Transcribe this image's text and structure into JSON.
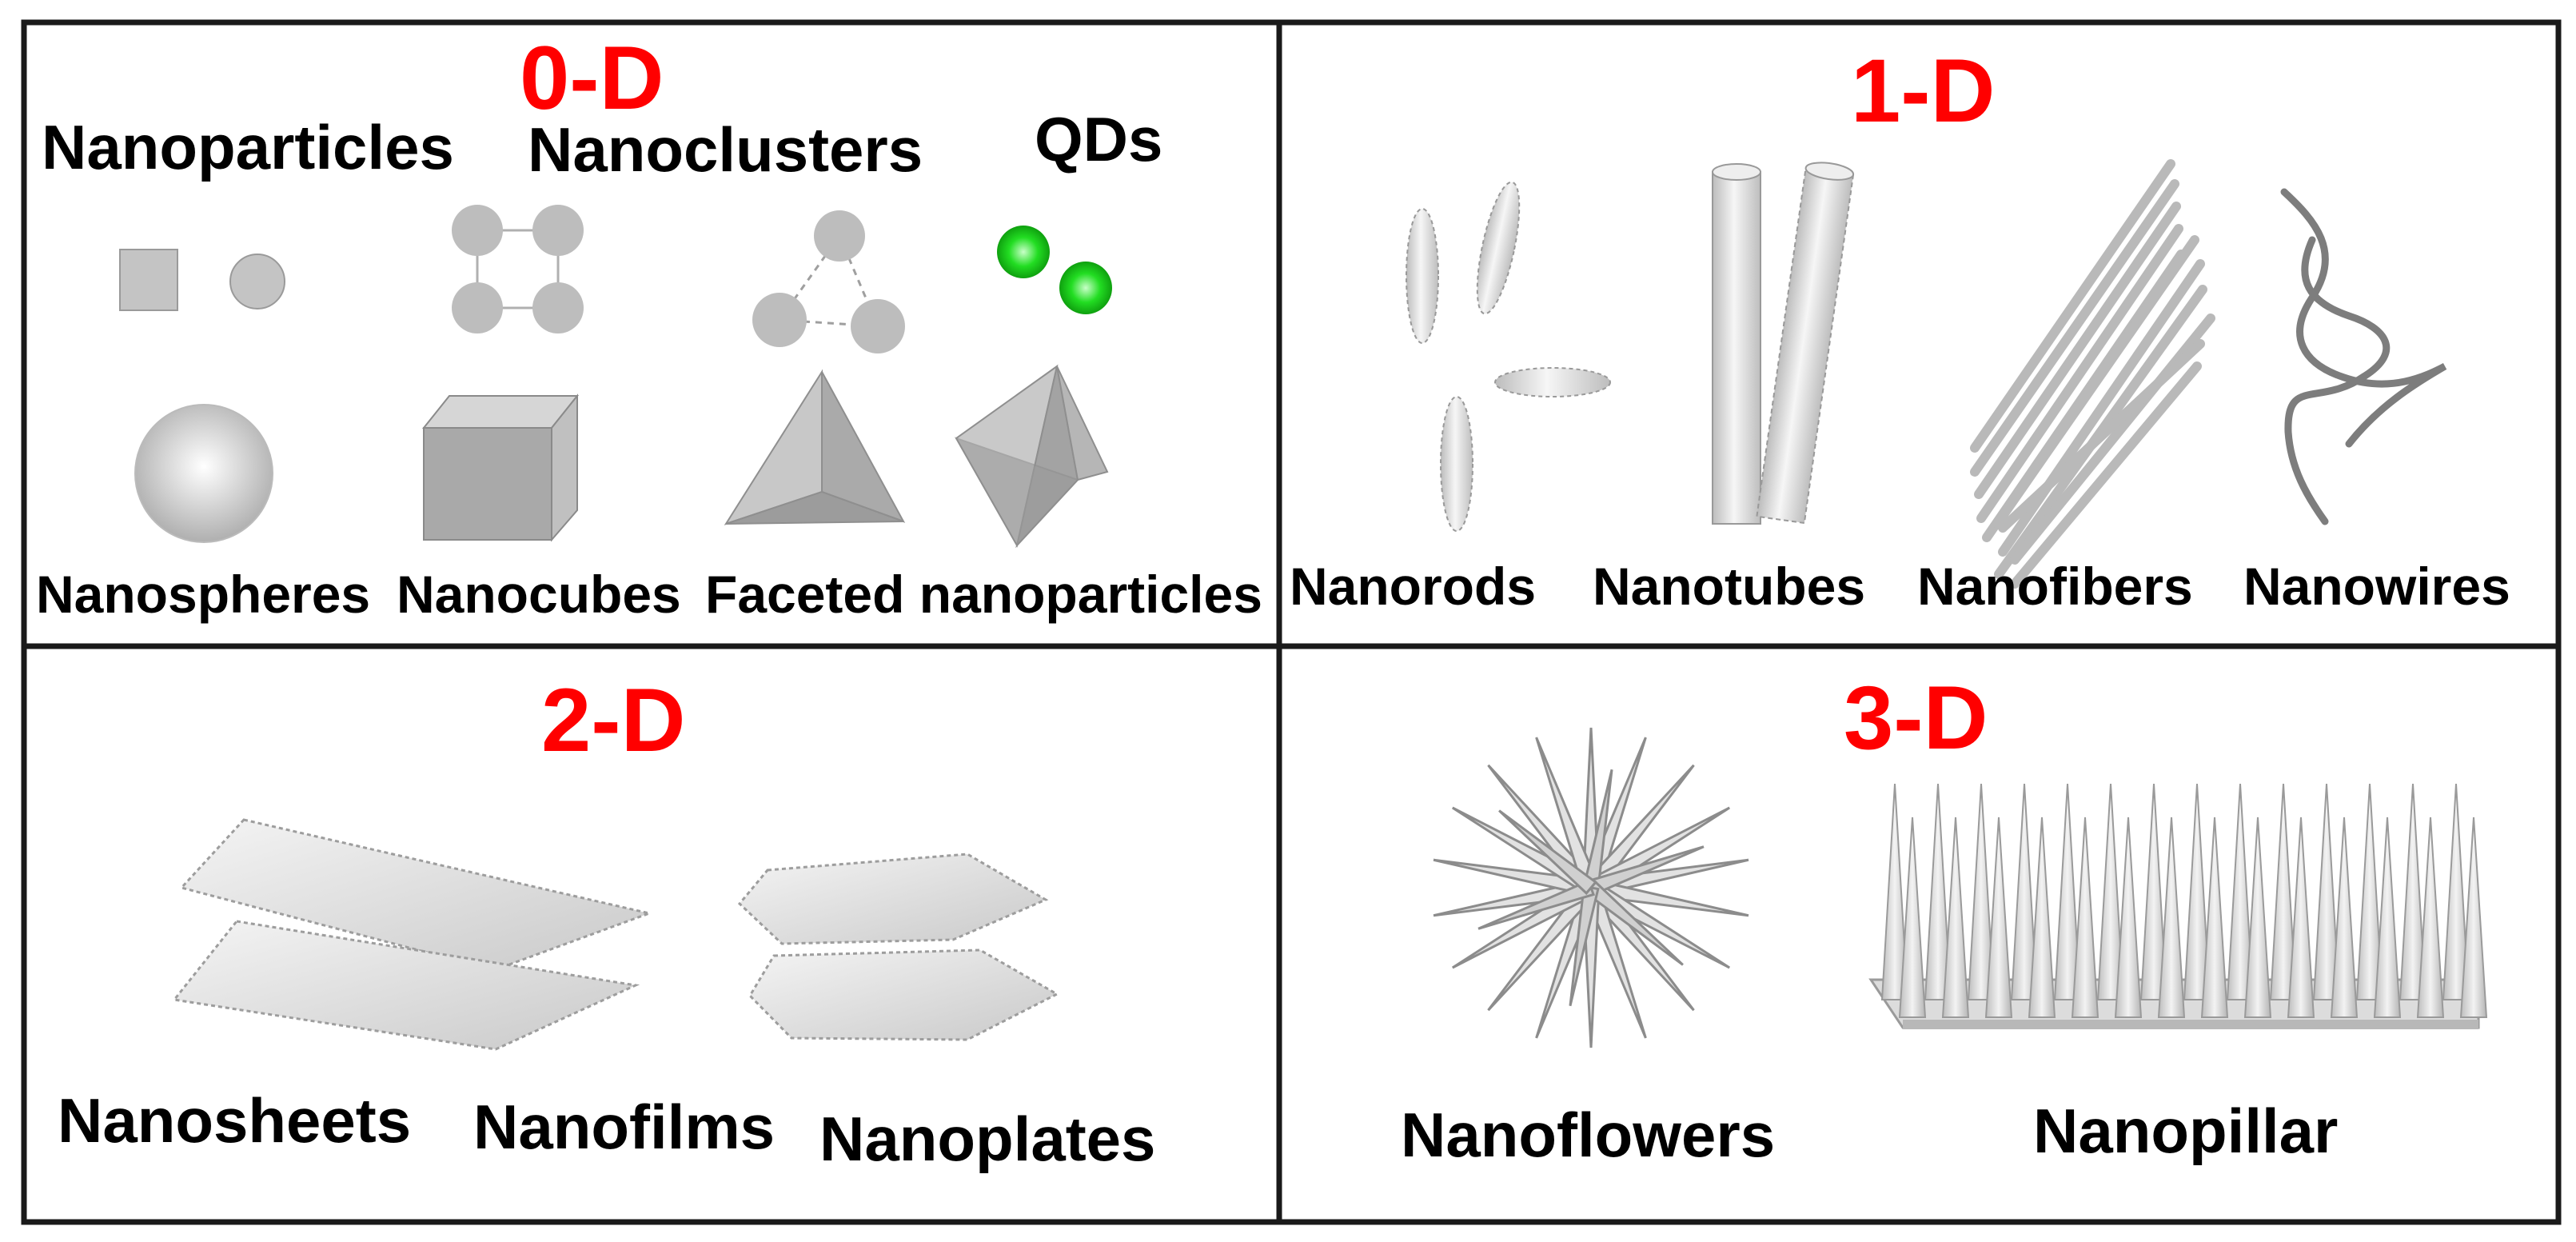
{
  "panels": {
    "zero_d": {
      "heading": "0-D",
      "top_labels": [
        "Nanoparticles",
        "Nanoclusters",
        "QDs"
      ],
      "bottom_labels": [
        "Nanospheres",
        "Nanocubes",
        "Faceted nanoparticles"
      ]
    },
    "one_d": {
      "heading": "1-D",
      "labels": [
        "Nanorods",
        "Nanotubes",
        "Nanofibers",
        "Nanowires"
      ]
    },
    "two_d": {
      "heading": "2-D",
      "labels": [
        "Nanosheets",
        "Nanofilms",
        "Nanoplates"
      ]
    },
    "three_d": {
      "heading": "3-D",
      "labels": [
        "Nanoflowers",
        "Nanopillar"
      ]
    }
  },
  "colors": {
    "heading": "#ff0000",
    "border": "#1a1a1a",
    "shape_fill": "#c8c8c8",
    "quantum_dot": "#22dd22"
  }
}
